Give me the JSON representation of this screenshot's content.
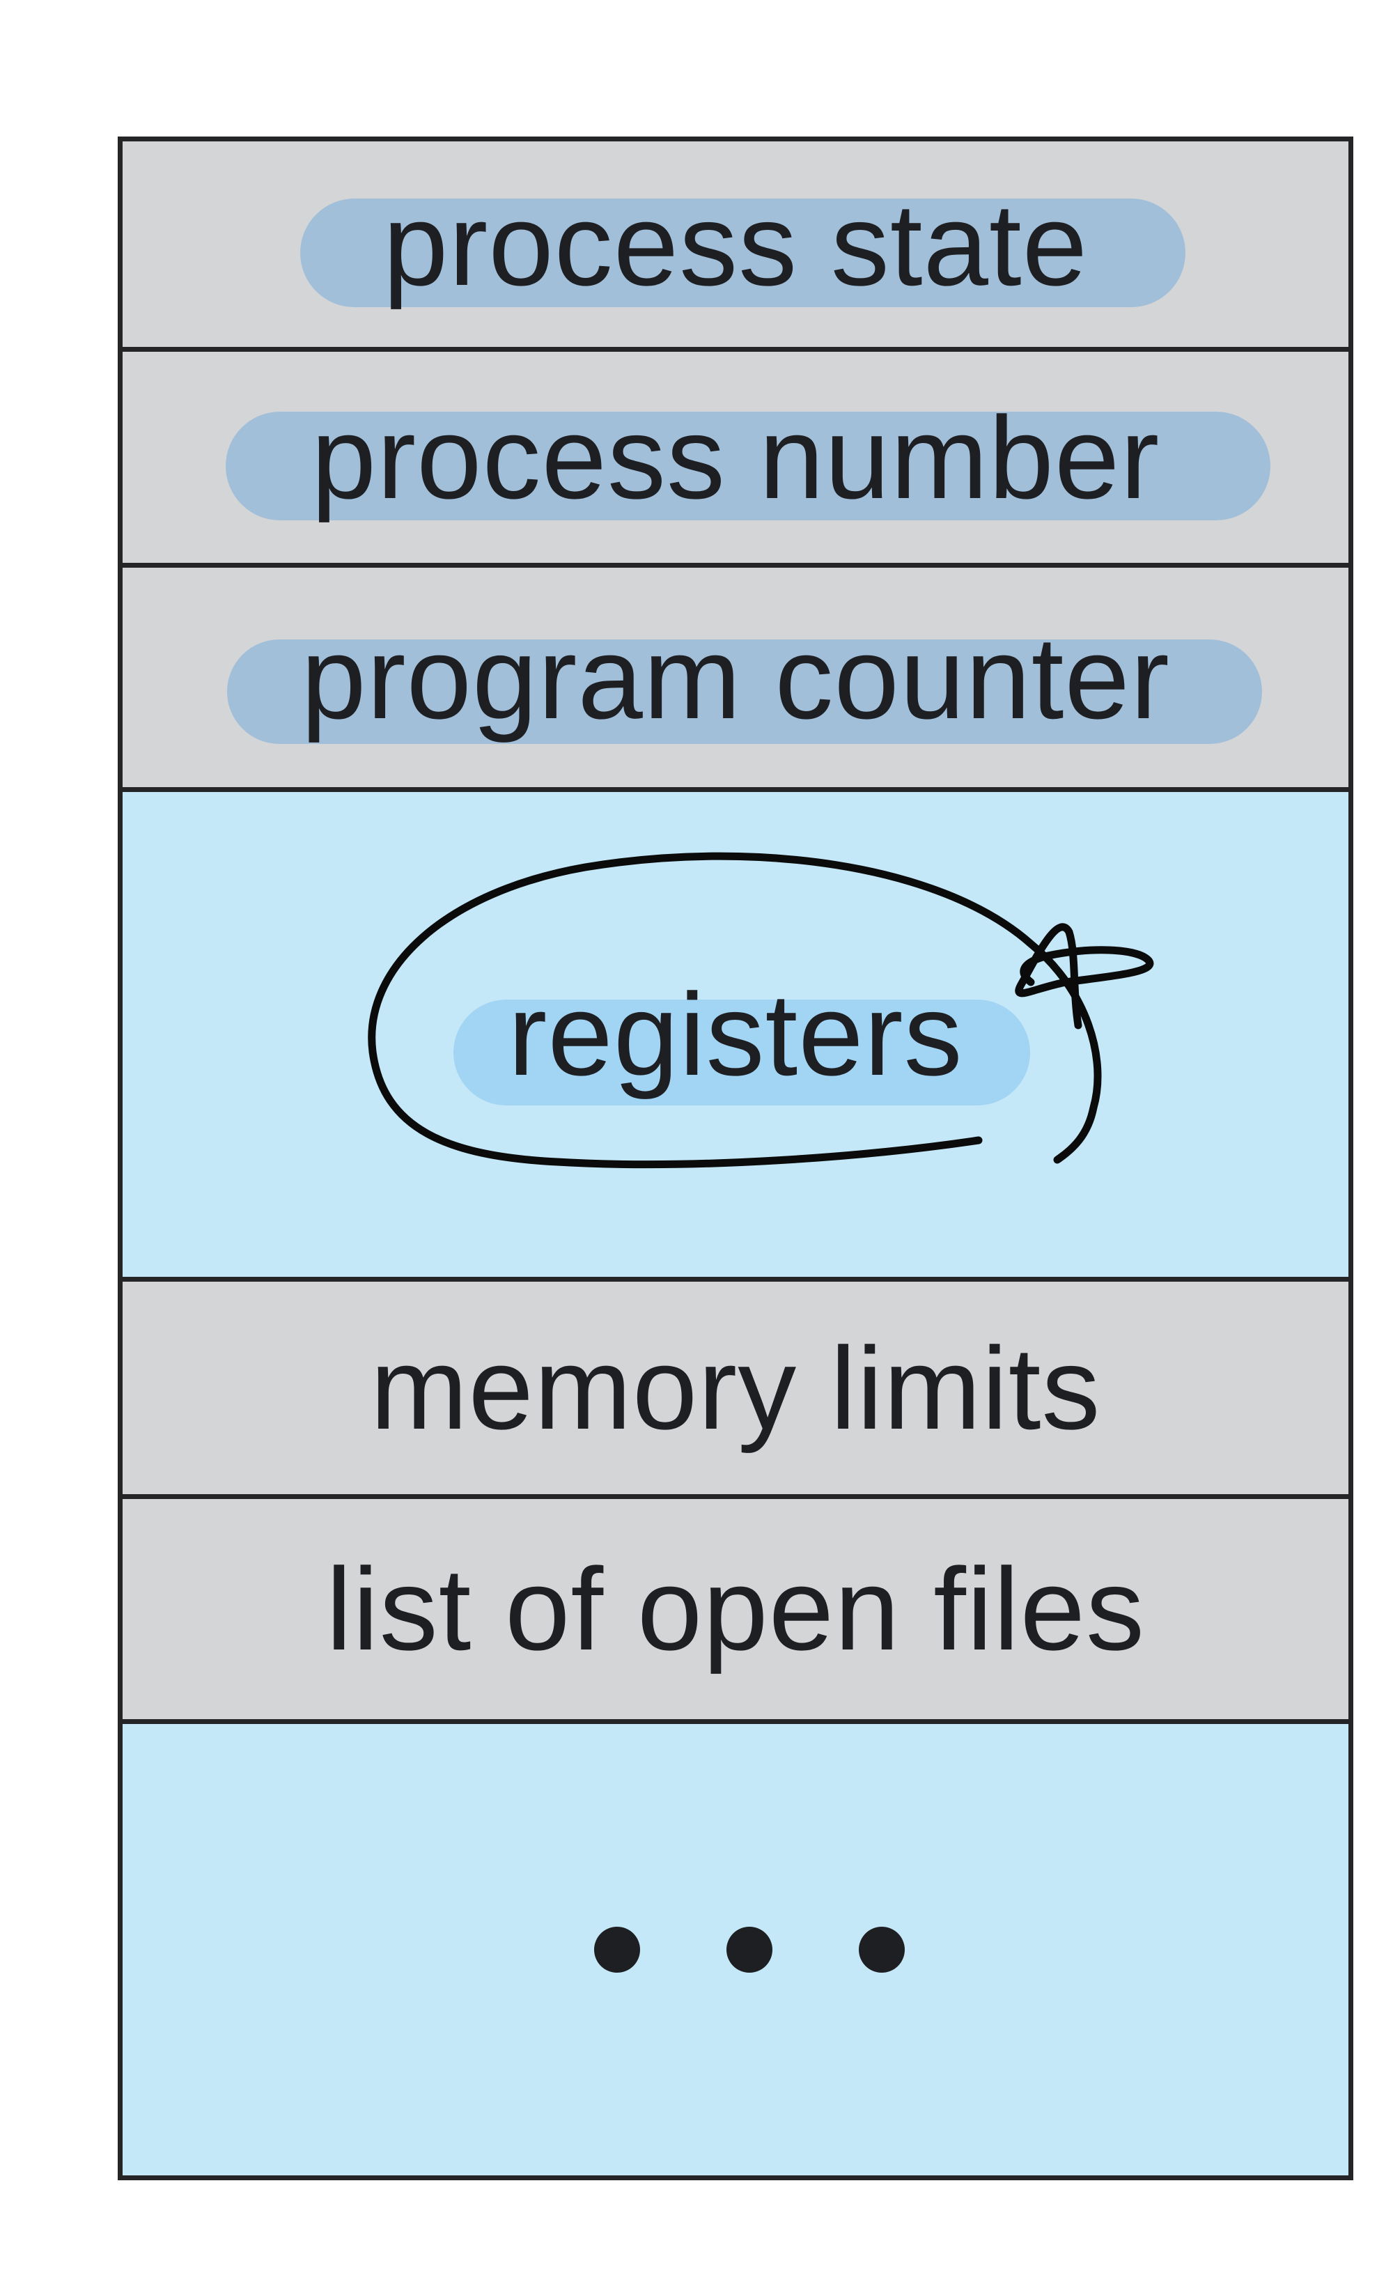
{
  "diagram": {
    "rows": [
      {
        "label": "process state",
        "highlighted": true
      },
      {
        "label": "process number",
        "highlighted": true
      },
      {
        "label": "program counter",
        "highlighted": true
      },
      {
        "label": "registers",
        "highlighted": true,
        "circled": true
      },
      {
        "label": "memory limits",
        "highlighted": false
      },
      {
        "label": "list of open files",
        "highlighted": false
      },
      {
        "label": "",
        "ellipsis": true
      }
    ]
  },
  "colors": {
    "gray_row": "#d4d5d7",
    "blue_row": "#c5e8f8",
    "border": "#252527",
    "highlight_dark": "#a2bfda",
    "highlight_light": "#a2d4f4",
    "text": "#1e1f22"
  }
}
